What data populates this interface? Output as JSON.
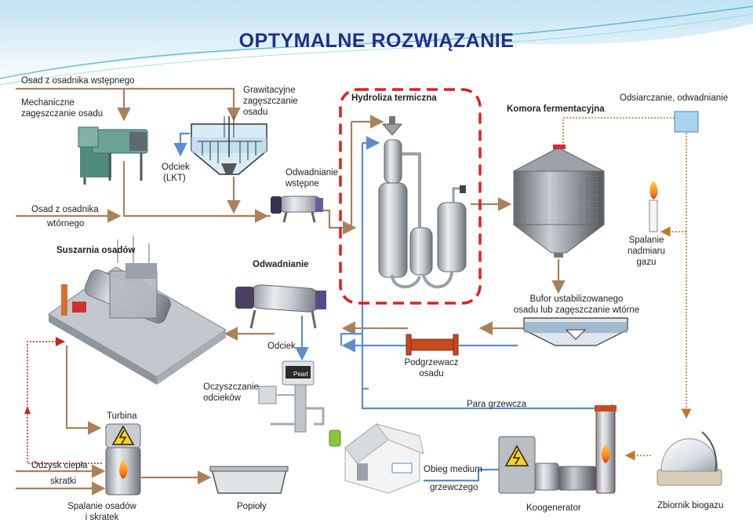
{
  "title": "OPTYMALNE ROZWIĄZANIE",
  "labels": {
    "osad_wstepny": "Osad z osadnika wstępnego",
    "mech_1": "Mechaniczne",
    "mech_2": "zagęszczanie osadu",
    "graw_1": "Grawitacyjne",
    "graw_2": "zagęszczanie",
    "graw_3": "osadu",
    "hydroliza": "Hydroliza termiczna",
    "komora": "Komora fermentacyjna",
    "odsiarczanie": "Odsiarczanie, odwadnianie",
    "odciek_lkt_1": "Odciek",
    "odciek_lkt_2": "(LKT)",
    "odwad_wst_1": "Odwadnianie",
    "odwad_wst_2": "wstępne",
    "osad_wtorny_1": "Osad z osadnika",
    "osad_wtorny_2": "wtórnego",
    "suszarnia": "Suszarnia osadów",
    "odwadnianie": "Odwadnianie",
    "spalanie_gazu_1": "Spalanie",
    "spalanie_gazu_2": "nadmiaru",
    "spalanie_gazu_3": "gazu",
    "bufor_1": "Bufor ustabilizowanego",
    "bufor_2": "osadu lub zagęszczanie wtórne",
    "odciek": "Odciek",
    "podgrzewacz_1": "Podgrzewacz",
    "podgrzewacz_2": "osadu",
    "oczyszczanie_1": "Oczyszczanie",
    "oczyszczanie_2": "odcieków",
    "para": "Para grzewcza",
    "turbina": "Turbina",
    "odzysk": "Odzysk ciepła",
    "skratki": "skratki",
    "obieg_1": "Obieg medium",
    "obieg_2": "grzewczego",
    "spalanie_1": "Spalanie osadów",
    "spalanie_2": "i skratek",
    "popioly": "Popioły",
    "koogenerator": "Koogenerator",
    "zbiornik": "Zbiornik biogazu",
    "pearl": "Pearl"
  },
  "colors": {
    "sludge": "#a9825c",
    "water": "#5b8fc9",
    "gas": "#c0762e",
    "highlight": "#e02020",
    "title": "#1f2f8a"
  }
}
